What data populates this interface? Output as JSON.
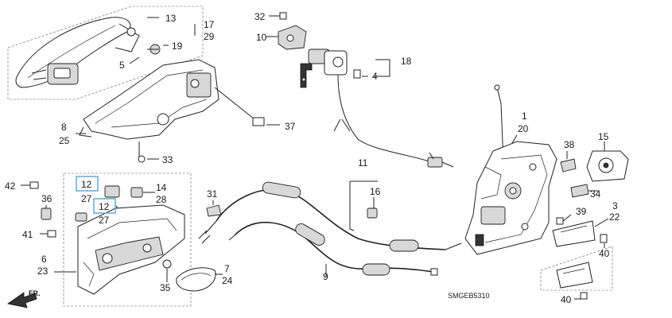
{
  "diagram_code": "SMGEB5310",
  "direction_label": "FR.",
  "callouts": [
    {
      "id": "c13",
      "text": "13"
    },
    {
      "id": "c17",
      "text": "17"
    },
    {
      "id": "c29",
      "text": "29"
    },
    {
      "id": "c19",
      "text": "19"
    },
    {
      "id": "c5",
      "text": "5"
    },
    {
      "id": "c32",
      "text": "32"
    },
    {
      "id": "c10",
      "text": "10"
    },
    {
      "id": "c18",
      "text": "18"
    },
    {
      "id": "c4",
      "text": "4"
    },
    {
      "id": "c8",
      "text": "8"
    },
    {
      "id": "c25",
      "text": "25"
    },
    {
      "id": "c37",
      "text": "37"
    },
    {
      "id": "c33",
      "text": "33"
    },
    {
      "id": "c1",
      "text": "1"
    },
    {
      "id": "c20",
      "text": "20"
    },
    {
      "id": "c38",
      "text": "38"
    },
    {
      "id": "c15",
      "text": "15"
    },
    {
      "id": "c34",
      "text": "34"
    },
    {
      "id": "c42",
      "text": "42"
    },
    {
      "id": "c36",
      "text": "36"
    },
    {
      "id": "c41",
      "text": "41"
    },
    {
      "id": "c27a",
      "text": "27"
    },
    {
      "id": "c14",
      "text": "14"
    },
    {
      "id": "c28",
      "text": "28"
    },
    {
      "id": "c27b",
      "text": "27"
    },
    {
      "id": "c31",
      "text": "31"
    },
    {
      "id": "c11",
      "text": "11"
    },
    {
      "id": "c16",
      "text": "16"
    },
    {
      "id": "c3",
      "text": "3"
    },
    {
      "id": "c22",
      "text": "22"
    },
    {
      "id": "c39",
      "text": "39"
    },
    {
      "id": "c40a",
      "text": "40"
    },
    {
      "id": "c6",
      "text": "6"
    },
    {
      "id": "c23",
      "text": "23"
    },
    {
      "id": "c35",
      "text": "35"
    },
    {
      "id": "c7",
      "text": "7"
    },
    {
      "id": "c24",
      "text": "24"
    },
    {
      "id": "c9",
      "text": "9"
    },
    {
      "id": "c40b",
      "text": "40"
    }
  ],
  "highlighted_callouts": [
    {
      "id": "h12a",
      "text": "12"
    },
    {
      "id": "h12b",
      "text": "12"
    }
  ],
  "colors": {
    "line": "#222222",
    "highlight_box": "#5aaed6",
    "background": "#ffffff"
  }
}
